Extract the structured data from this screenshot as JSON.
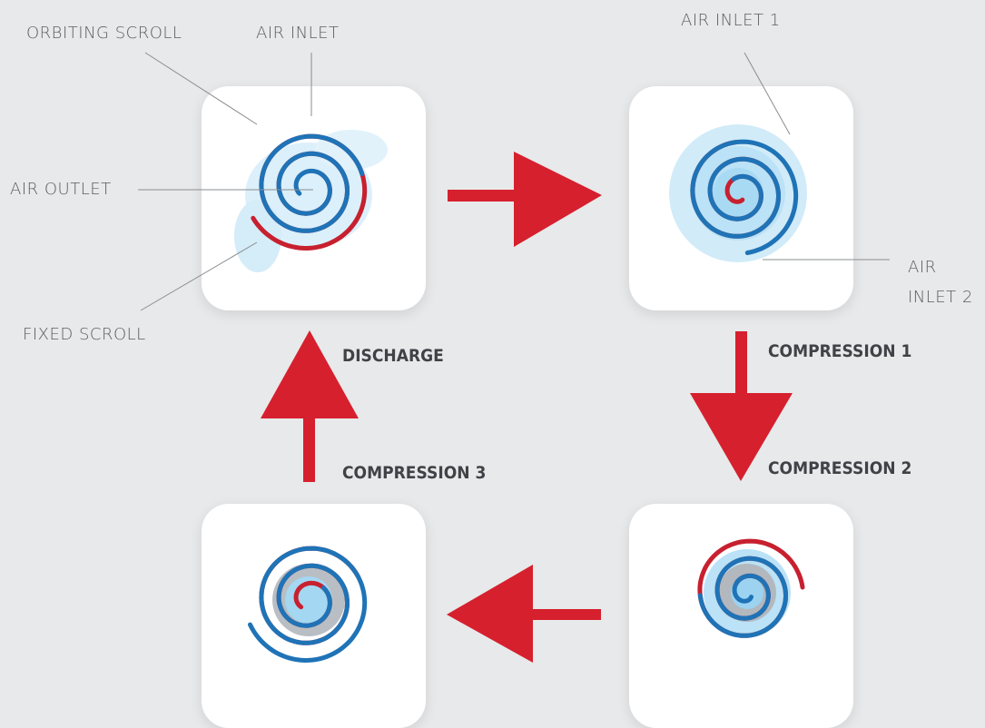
{
  "colors": {
    "background": "#e8e9ea",
    "card": "#ffffff",
    "fixed_scroll": "#c7202f",
    "orbiting_scroll": "#1f73b7",
    "air": "#5ab7e8",
    "arrow": "#d6202e",
    "leader": "#8a8d90"
  },
  "callouts": {
    "orbiting_scroll": "ORBITING SCROLL",
    "air_inlet": "AIR INLET",
    "air_outlet": "AIR OUTLET",
    "fixed_scroll": "FIXED SCROLL",
    "air_inlet_1": "AIR INLET 1",
    "air_2a": "AIR",
    "air_2b": "INLET 2"
  },
  "stages": {
    "discharge": "DISCHARGE",
    "compression_1": "COMPRESSION 1",
    "compression_2": "COMPRESSION 2",
    "compression_3": "COMPRESSION 3"
  },
  "cycle_order": [
    "air inlet",
    "compression 1",
    "compression 2",
    "compression 3",
    "discharge"
  ]
}
